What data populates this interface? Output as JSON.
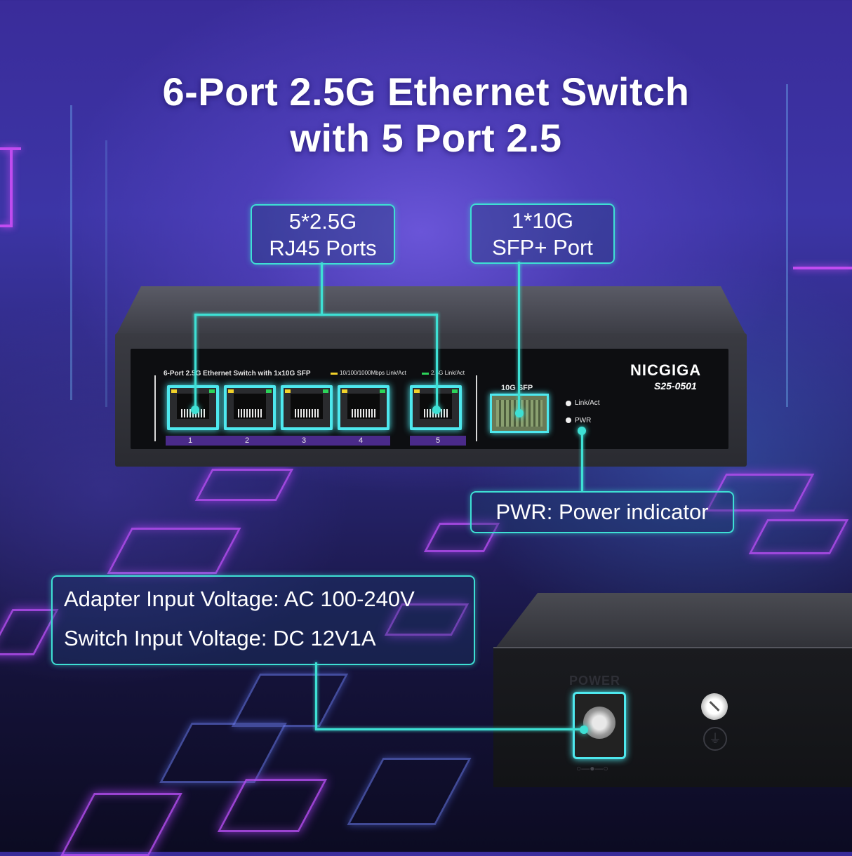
{
  "headline": {
    "line1": "6-Port 2.5G Ethernet Switch",
    "line2": "with 5 Port 2.5"
  },
  "callouts": {
    "rj45": {
      "line1": "5*2.5G",
      "line2": "RJ45 Ports"
    },
    "sfp": {
      "line1": "1*10G",
      "line2": "SFP+ Port"
    },
    "pwr": {
      "text": "PWR: Power indicator"
    },
    "voltage": {
      "line1": "Adapter Input Voltage: AC 100-240V",
      "line2": "Switch Input Voltage: DC 12V1A"
    }
  },
  "switch_panel": {
    "brand": "NICGIGA",
    "model": "S25-0501",
    "panel_title": "6-Port 2.5G Ethernet Switch with 1x10G SFP",
    "legend_yellow": "10/100/1000Mbps Link/Act",
    "legend_green": "2.5G Link/Act",
    "sfp_label": "10G SFP",
    "led_link": "Link/Act",
    "led_pwr": "PWR",
    "port_numbers": [
      "1",
      "2",
      "3",
      "4",
      "5"
    ]
  },
  "rear_panel": {
    "power_label": "POWER"
  },
  "colors": {
    "accent_teal": "#3ee0d4",
    "port_glow": "#4ee8ee",
    "floor_purple": "#b44df0"
  }
}
